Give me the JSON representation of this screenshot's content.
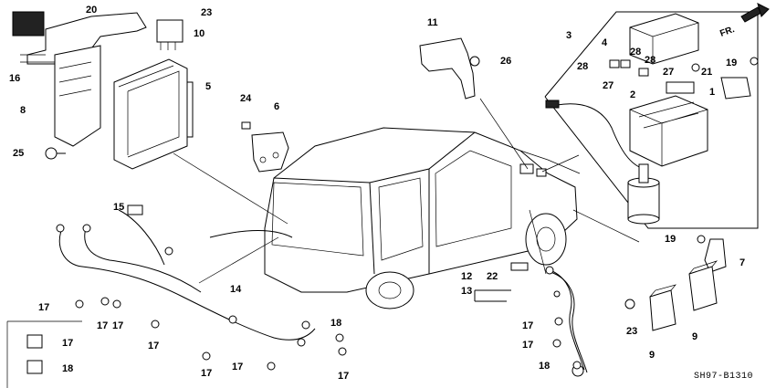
{
  "callouts": [
    {
      "id": "c20",
      "label": "20"
    },
    {
      "id": "c23a",
      "label": "23"
    },
    {
      "id": "c10",
      "label": "10"
    },
    {
      "id": "c16",
      "label": "16"
    },
    {
      "id": "c8",
      "label": "8"
    },
    {
      "id": "c5",
      "label": "5"
    },
    {
      "id": "c25",
      "label": "25"
    },
    {
      "id": "c24",
      "label": "24"
    },
    {
      "id": "c6",
      "label": "6"
    },
    {
      "id": "c11",
      "label": "11"
    },
    {
      "id": "c26",
      "label": "26"
    },
    {
      "id": "c3",
      "label": "3"
    },
    {
      "id": "c4",
      "label": "4"
    },
    {
      "id": "c28a",
      "label": "28"
    },
    {
      "id": "c28b",
      "label": "28"
    },
    {
      "id": "c28c",
      "label": "28"
    },
    {
      "id": "c27a",
      "label": "27"
    },
    {
      "id": "c27b",
      "label": "27"
    },
    {
      "id": "c21",
      "label": "21"
    },
    {
      "id": "c19a",
      "label": "19"
    },
    {
      "id": "c2",
      "label": "2"
    },
    {
      "id": "c1",
      "label": "1"
    },
    {
      "id": "c15",
      "label": "15"
    },
    {
      "id": "c19b",
      "label": "19"
    },
    {
      "id": "c7",
      "label": "7"
    },
    {
      "id": "c12",
      "label": "12"
    },
    {
      "id": "c22",
      "label": "22"
    },
    {
      "id": "c13",
      "label": "13"
    },
    {
      "id": "c14",
      "label": "14"
    },
    {
      "id": "c17a",
      "label": "17"
    },
    {
      "id": "c17b",
      "label": "17"
    },
    {
      "id": "c17c",
      "label": "17"
    },
    {
      "id": "c17d",
      "label": "17"
    },
    {
      "id": "c17e",
      "label": "17"
    },
    {
      "id": "c17f",
      "label": "17"
    },
    {
      "id": "c17g",
      "label": "17"
    },
    {
      "id": "c17h",
      "label": "17"
    },
    {
      "id": "c17i",
      "label": "17"
    },
    {
      "id": "c18a",
      "label": "18"
    },
    {
      "id": "c18b",
      "label": "18"
    },
    {
      "id": "c18c",
      "label": "18"
    },
    {
      "id": "c23b",
      "label": "23"
    },
    {
      "id": "c9a",
      "label": "9"
    },
    {
      "id": "c9b",
      "label": "9"
    }
  ],
  "direction_label": "FR.",
  "diagram_code": "SH97-B1310"
}
